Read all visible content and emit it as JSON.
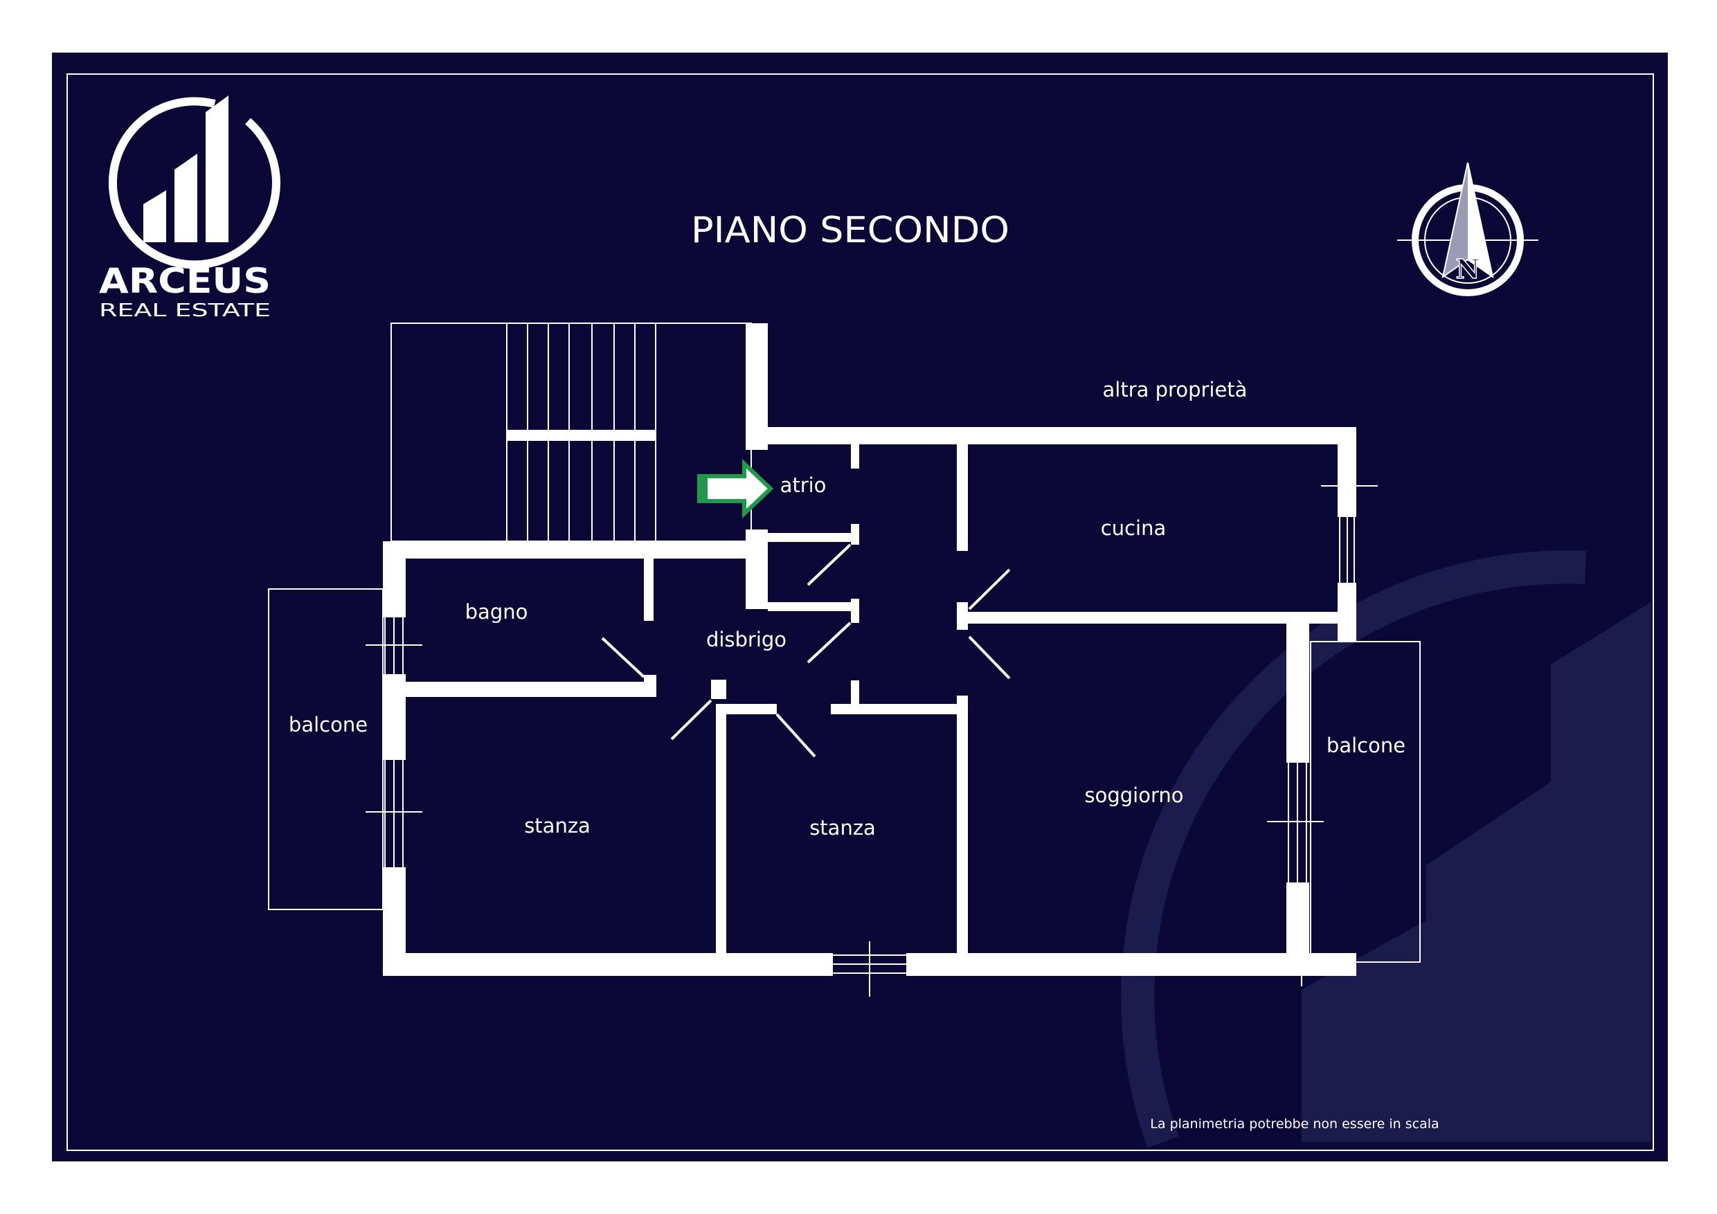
{
  "colors": {
    "background": "#0b0838",
    "page": "#ffffff",
    "line": "#ffffff",
    "entry_arrow": "#1f9a4b",
    "watermark": "#2a2d5e"
  },
  "logo": {
    "brand": "ARCEUS",
    "tagline": "REAL ESTATE"
  },
  "title": "PIANO SECONDO",
  "compass": {
    "letter": "N"
  },
  "rooms": {
    "altra": "altra proprietà",
    "atrio": "atrio",
    "cucina": "cucina",
    "bagno": "bagno",
    "disbrigo": "disbrigo",
    "balcone_left": "balcone",
    "balcone_right": "balcone",
    "stanza_left": "stanza",
    "stanza_mid": "stanza",
    "soggiorno": "soggiorno"
  },
  "disclaimer": "La planimetria potrebbe non essere in scala",
  "icons": [
    "logo-icon",
    "compass-icon",
    "entry-arrow-icon"
  ]
}
